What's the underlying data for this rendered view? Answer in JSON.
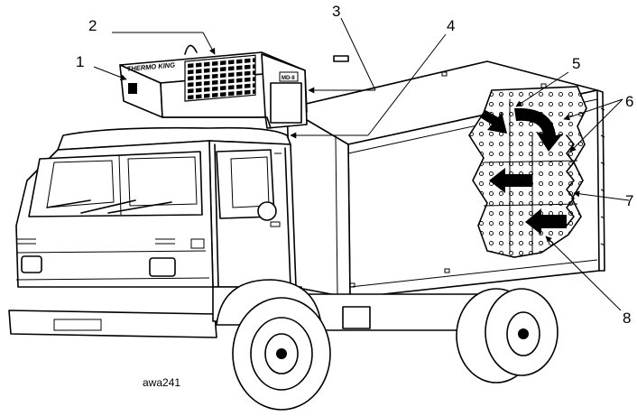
{
  "figure": {
    "unit_brand": "THERMO KING",
    "unit_tag": "MD-II",
    "figure_code": "awa241",
    "callouts": [
      "1",
      "2",
      "3",
      "4",
      "5",
      "6",
      "7",
      "8"
    ]
  }
}
